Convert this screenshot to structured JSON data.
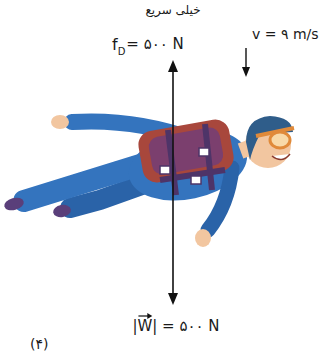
{
  "diagram": {
    "title": "خیلی سریع",
    "labels": [
      "f",
      "D",
      "= ۵۰۰ N",
      "v = ۹ m/s",
      "|W| = ۵۰۰ N",
      "(۴)"
    ]
  }
}
